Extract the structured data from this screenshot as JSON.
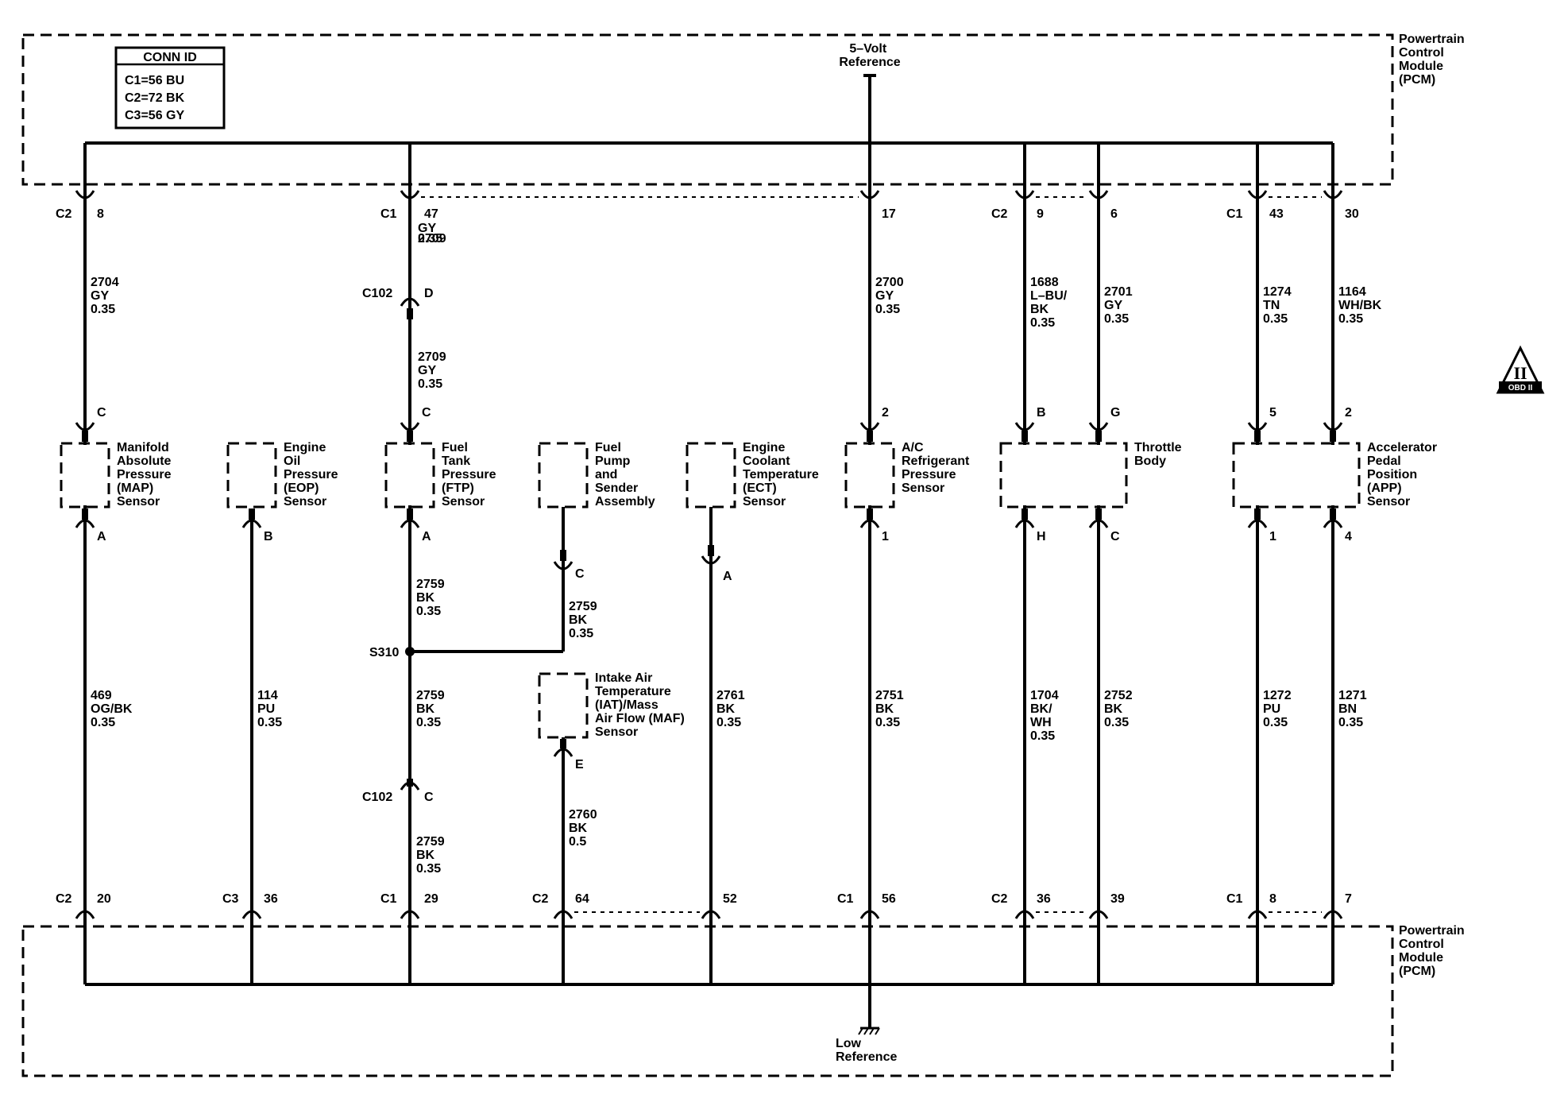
{
  "conn_id": {
    "title": "CONN ID",
    "lines": [
      "C1=56 BU",
      "C2=72 BK",
      "C3=56 GY"
    ]
  },
  "pcm": {
    "top_label": [
      "Powertrain",
      "Control",
      "Module",
      "(PCM)"
    ],
    "bottom_label": [
      "Powertrain",
      "Control",
      "Module",
      "(PCM)"
    ]
  },
  "ref_top": [
    "5–Volt",
    "Reference"
  ],
  "ref_bottom": [
    "Low",
    "Reference"
  ],
  "obd_badge": {
    "numeral": "II",
    "text": "OBD II"
  },
  "top_pins": [
    {
      "conn": "C2",
      "pin": "8"
    },
    {
      "conn": "C1",
      "pin": "47"
    },
    {
      "conn": "",
      "pin": "17"
    },
    {
      "conn": "C2",
      "pin": "9"
    },
    {
      "conn": "",
      "pin": "6"
    },
    {
      "conn": "C1",
      "pin": "43"
    },
    {
      "conn": "",
      "pin": "30"
    }
  ],
  "bottom_pins": [
    {
      "conn": "C2",
      "pin": "20"
    },
    {
      "conn": "C3",
      "pin": "36"
    },
    {
      "conn": "C1",
      "pin": "29"
    },
    {
      "conn": "C2",
      "pin": "64"
    },
    {
      "conn": "",
      "pin": "52"
    },
    {
      "conn": "C1",
      "pin": "56"
    },
    {
      "conn": "C2",
      "pin": "36"
    },
    {
      "conn": "",
      "pin": "39"
    },
    {
      "conn": "C1",
      "pin": "8"
    },
    {
      "conn": "",
      "pin": "7"
    }
  ],
  "upper_wires": [
    [
      "2704",
      "GY",
      "0.35"
    ],
    [
      "GY",
      "2709",
      "0.35"
    ],
    [
      "2709",
      "GY",
      "0.35"
    ],
    [
      "2700",
      "GY",
      "0.35"
    ],
    [
      "1688",
      "L–BU/",
      "BK",
      "0.35"
    ],
    [
      "2701",
      "GY",
      "0.35"
    ],
    [
      "1274",
      "TN",
      "0.35"
    ],
    [
      "1164",
      "WH/BK",
      "0.35"
    ]
  ],
  "lower_wires": [
    [
      "469",
      "OG/BK",
      "0.35"
    ],
    [
      "114",
      "PU",
      "0.35"
    ],
    [
      "2759",
      "BK",
      "0.35"
    ],
    [
      "2759",
      "BK",
      "0.35"
    ],
    [
      "2759",
      "BK",
      "0.35"
    ],
    [
      "2759",
      "BK",
      "0.35"
    ],
    [
      "2760",
      "BK",
      "0.5"
    ],
    [
      "2761",
      "BK",
      "0.35"
    ],
    [
      "2751",
      "BK",
      "0.35"
    ],
    [
      "1704",
      "BK/",
      "WH",
      "0.35"
    ],
    [
      "2752",
      "BK",
      "0.35"
    ],
    [
      "1272",
      "PU",
      "0.35"
    ],
    [
      "1271",
      "BN",
      "0.35"
    ]
  ],
  "inline_connectors": {
    "c102_top": {
      "name": "C102",
      "pin": "D"
    },
    "c102_bottom": {
      "name": "C102",
      "pin": "C"
    },
    "splice": "S310"
  },
  "sensor_pins": [
    "C",
    "A",
    "B",
    "C",
    "A",
    "C",
    "A",
    "E",
    "2",
    "1",
    "B",
    "H",
    "G",
    "C",
    "5",
    "1",
    "2",
    "4"
  ],
  "sensors": [
    [
      "Manifold",
      "Absolute",
      "Pressure",
      "(MAP)",
      "Sensor"
    ],
    [
      "Engine",
      "Oil",
      "Pressure",
      "(EOP)",
      "Sensor"
    ],
    [
      "Fuel",
      "Tank",
      "Pressure",
      "(FTP)",
      "Sensor"
    ],
    [
      "Fuel",
      "Pump",
      "and",
      "Sender",
      "Assembly"
    ],
    [
      "Engine",
      "Coolant",
      "Temperature",
      "(ECT)",
      "Sensor"
    ],
    [
      "Intake Air",
      "Temperature",
      "(IAT)/Mass",
      "Air Flow (MAF)",
      "Sensor"
    ],
    [
      "A/C",
      "Refrigerant",
      "Pressure",
      "Sensor"
    ],
    [
      "Throttle",
      "Body"
    ],
    [
      "Accelerator",
      "Pedal",
      "Position",
      "(APP)",
      "Sensor"
    ]
  ]
}
